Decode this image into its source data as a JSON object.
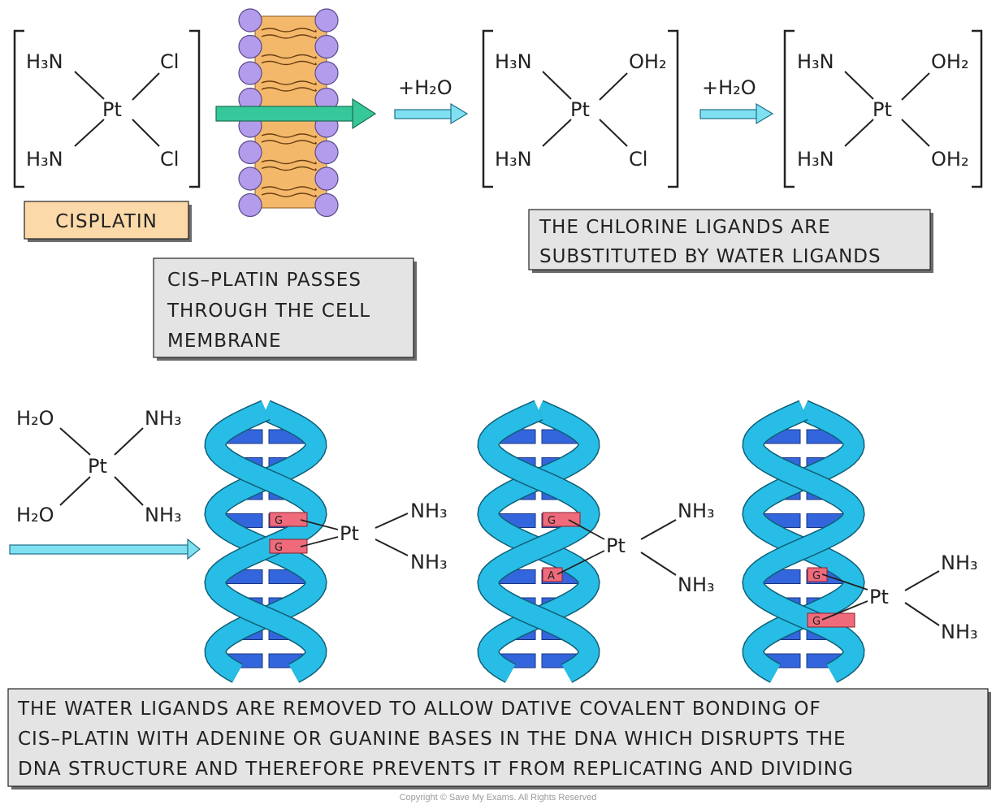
{
  "colors": {
    "ink": "#222222",
    "cisplatin_label_fill": "#fbd9a8",
    "caption_fill": "#e4e4e4",
    "membrane_head": "#b49cec",
    "membrane_core": "#f4b86a",
    "arrow_green": "#36c79a",
    "arrow_cyan": "#7fe0f2",
    "dna_backbone": "#28bde6",
    "dna_base": "#3366dd",
    "bound_base": "#ef6b7b"
  },
  "complex_1": {
    "top_left": "H₃N",
    "top_right": "Cl",
    "bottom_left": "H₃N",
    "bottom_right": "Cl",
    "center": "Pt"
  },
  "complex_2": {
    "top_left": "H₃N",
    "top_right": "OH₂",
    "bottom_left": "H₃N",
    "bottom_right": "Cl",
    "center": "Pt"
  },
  "complex_3": {
    "top_left": "H₃N",
    "top_right": "OH₂",
    "bottom_left": "H₃N",
    "bottom_right": "OH₂",
    "center": "Pt"
  },
  "complex_4": {
    "top_left": "H₂O",
    "top_right": "NH₃",
    "bottom_left": "H₂O",
    "bottom_right": "NH₃",
    "center": "Pt"
  },
  "cisplatin_label": "CISPLATIN",
  "reaction_1_label": "+H₂O",
  "reaction_2_label": "+H₂O",
  "membrane_caption": [
    "CIS–PLATIN  PASSES",
    "THROUGH THE  CELL",
    "MEMBRANE"
  ],
  "ligand_caption": [
    "THE  CHLORINE  LIGANDS  ARE",
    "SUBSTITUTED  BY  WATER  LIGANDS"
  ],
  "dna_1": {
    "bases": [
      "G",
      "G"
    ],
    "center": "Pt",
    "ligand_1": "NH₃",
    "ligand_2": "NH₃"
  },
  "dna_2": {
    "bases": [
      "G",
      "A"
    ],
    "center": "Pt",
    "ligand_1": "NH₃",
    "ligand_2": "NH₃"
  },
  "dna_3": {
    "bases": [
      "G",
      "G"
    ],
    "center": "Pt",
    "ligand_1": "NH₃",
    "ligand_2": "NH₃"
  },
  "bottom_caption": [
    "THE  WATER  LIGANDS  ARE  REMOVED  TO  ALLOW  DATIVE  COVALENT  BONDING  OF",
    "CIS–PLATIN  WITH  ADENINE  OR  GUANINE  BASES  IN  THE  DNA  WHICH  DISRUPTS  THE",
    "DNA  STRUCTURE  AND  THEREFORE  PREVENTS  IT  FROM  REPLICATING   AND  DIVIDING"
  ],
  "copyright": "Copyright © Save My Exams. All Rights Reserved"
}
